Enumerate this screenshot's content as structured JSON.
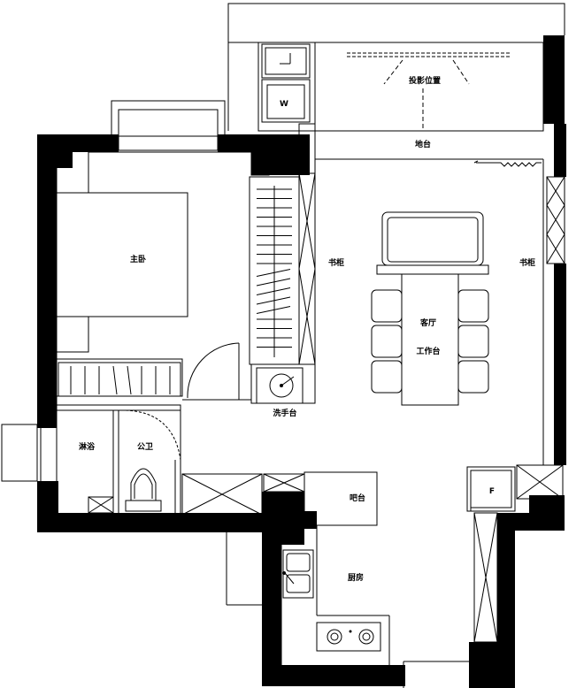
{
  "rooms": {
    "master_bedroom": "主卧",
    "living_room": "客厅",
    "work_table": "工作台",
    "bookshelf_left": "书柜",
    "bookshelf_right": "书柜",
    "projection": "投影位置",
    "platform": "地台",
    "wash_basin": "洗手台",
    "shower": "淋浴",
    "guest_wc": "公卫",
    "bar_counter": "吧台",
    "kitchen": "厨房"
  },
  "symbols": {
    "washer_mark": "W",
    "fridge_mark": "F"
  }
}
